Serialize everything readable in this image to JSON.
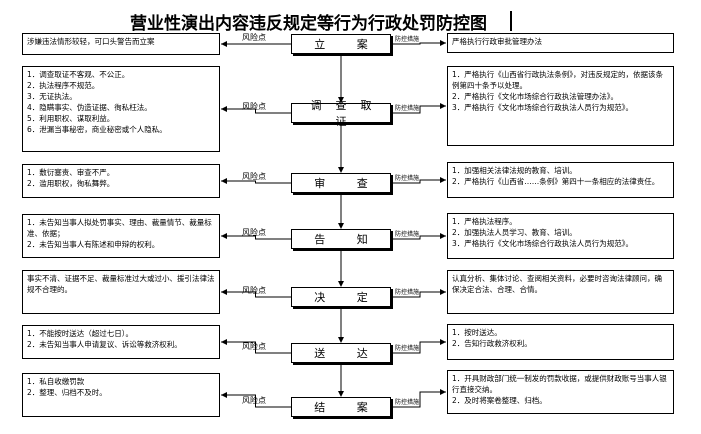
{
  "title": "营业性演出内容违反规定等行为行政处罚防控图",
  "labels": {
    "risk": "风险点",
    "control": "防控措施"
  },
  "steps": [
    {
      "name": "立  案",
      "risks": [
        "涉嫌违法情形较轻，可口头警告而立案"
      ],
      "controls": [
        "严格执行行政审批管理办法"
      ]
    },
    {
      "name": "调查取证",
      "risks": [
        "1．调查取证不客观、不公正。",
        "2．执法程序不规范。",
        "3．无证执法。",
        "4．隐瞒事实、伪造证据、徇私枉法。",
        "5．利用职权、谋取利益。",
        "6．泄漏当事秘密，商业秘密或个人隐私。"
      ],
      "controls": [
        "1．严格执行《山西省行政执法条例》，对违反规定的，依据该条例第四十条予以处理。",
        "2．严格执行《文化市场综合行政执法管理办法》。",
        "3．严格执行《文化市场综合行政执法人员行为规范》。"
      ]
    },
    {
      "name": "审  查",
      "risks": [
        "1．敷衍塞责、审查不严。",
        "2．滥用职权，徇私舞弊。"
      ],
      "controls": [
        "1．加强相关法律法规的教育、培训。",
        "2．严格执行《山西省……条例》第四十一条相应的法律责任。"
      ]
    },
    {
      "name": "告  知",
      "risks": [
        "1．未告知当事人拟处罚事实、理由、裁量情节、裁量标准、依据；",
        "2．未告知当事人有陈述和申辩的权利。"
      ],
      "controls": [
        "1．严格执法程序。",
        "2．加强执法人员学习、教育、培训。",
        "3．严格执行《文化市场综合行政执法人员行为规范》。"
      ]
    },
    {
      "name": "决  定",
      "risks": [
        "事实不清、证据不足、裁量标准过大或过小、援引法律法规不合理的。"
      ],
      "controls": [
        "认真分析、集体讨论、查阅相关资料，必要时咨询法律顾问，确保决定合法、合理、合情。"
      ]
    },
    {
      "name": "送  达",
      "risks": [
        "1．不能按时送达（超过七日）。",
        "2．未告知当事人申请复议、诉讼等救济权利。"
      ],
      "controls": [
        "1．按时送达。",
        "2．告知行政救济权利。"
      ]
    },
    {
      "name": "结  案",
      "risks": [
        "1．私自收缴罚款",
        "2．整理、归档不及时。"
      ],
      "controls": [
        "1．开具财政部门统一制发的罚款收据，或提供财政账号当事人银行直接交纳。",
        "2．及时将案卷整理、归档。"
      ]
    }
  ]
}
